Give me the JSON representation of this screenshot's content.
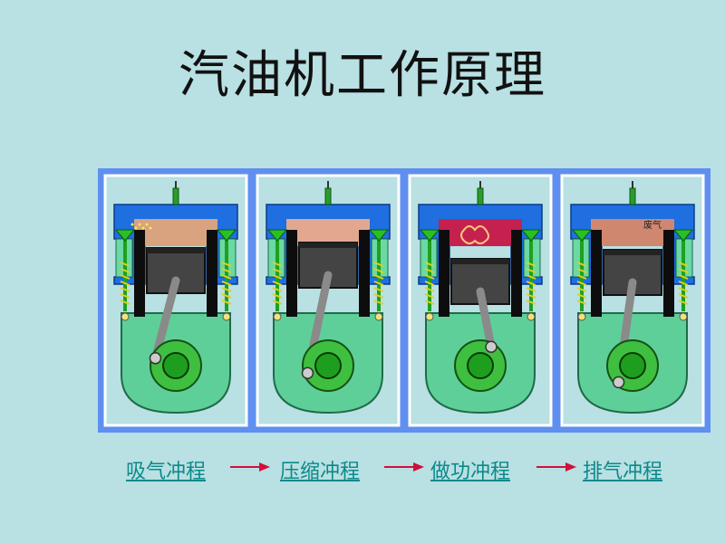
{
  "title": "汽油机工作原理",
  "colors": {
    "background": "#b9e0e3",
    "frame": "#5f8ff0",
    "link": "#0a8a8a",
    "arrow": "#d0103a"
  },
  "strokes": [
    {
      "label": "吸气冲程",
      "chamber_color": "#d8a37e"
    },
    {
      "label": "压缩冲程",
      "chamber_color": "#e3a78f"
    },
    {
      "label": "做功冲程",
      "chamber_color": "#c5214f"
    },
    {
      "label": "排气冲程",
      "chamber_color": "#cf8770"
    }
  ],
  "panel_marks": {
    "exhaust_text": "废气"
  }
}
